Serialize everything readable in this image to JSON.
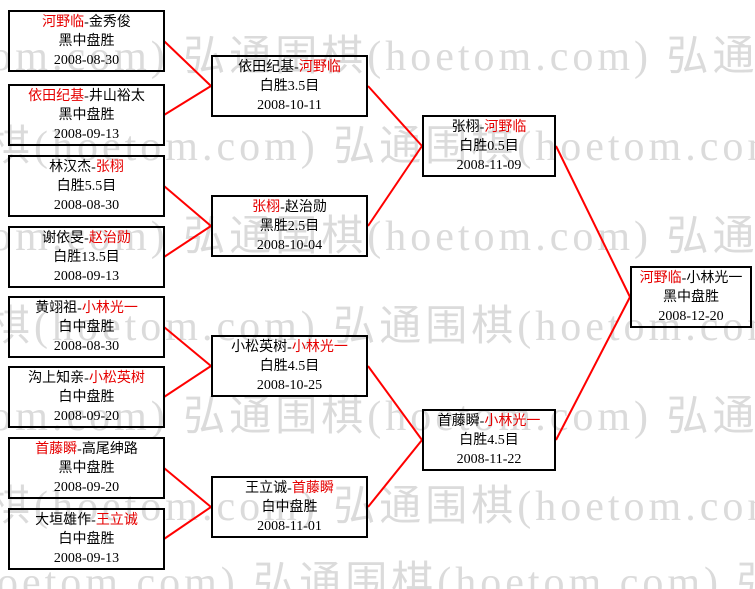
{
  "watermark": {
    "text": "弘通围棋(hoetom.com) 弘通围棋(hoetom.com) 弘通围棋(hoetom.com) 弘通围棋(hoetom.com)"
  },
  "colors": {
    "winner_name": "#e60000",
    "connector_line": "#ff0000",
    "box_border": "#000000",
    "background": "#ffffff",
    "watermark": "#dbdbdb"
  },
  "bracket": {
    "round1": [
      {
        "pre": "",
        "winner": "河野临",
        "post": "-金秀俊",
        "result": "黑中盘胜",
        "date": "2008-08-30"
      },
      {
        "pre": "",
        "winner": "依田纪基",
        "post": "-井山裕太",
        "result": "黑中盘胜",
        "date": "2008-09-13"
      },
      {
        "pre": "林汉杰-",
        "winner": "张栩",
        "post": "",
        "result": "白胜5.5目",
        "date": "2008-08-30"
      },
      {
        "pre": "谢依旻-",
        "winner": "赵治勋",
        "post": "",
        "result": "白胜13.5目",
        "date": "2008-09-13"
      },
      {
        "pre": "黄翊祖-",
        "winner": "小林光一",
        "post": "",
        "result": "白中盘胜",
        "date": "2008-08-30"
      },
      {
        "pre": "沟上知亲-",
        "winner": "小松英树",
        "post": "",
        "result": "白中盘胜",
        "date": "2008-09-20"
      },
      {
        "pre": "",
        "winner": "首藤瞬",
        "post": "-高尾绅路",
        "result": "黑中盘胜",
        "date": "2008-09-20"
      },
      {
        "pre": "大垣雄作-",
        "winner": "王立诚",
        "post": "",
        "result": "白中盘胜",
        "date": "2008-09-13"
      }
    ],
    "round2": [
      {
        "pre": "依田纪基-",
        "winner": "河野临",
        "post": "",
        "result": "白胜3.5目",
        "date": "2008-10-11"
      },
      {
        "pre": "",
        "winner": "张栩",
        "post": "-赵治勋",
        "result": "黑胜2.5目",
        "date": "2008-10-04"
      },
      {
        "pre": "小松英树-",
        "winner": "小林光一",
        "post": "",
        "result": "白胜4.5目",
        "date": "2008-10-25"
      },
      {
        "pre": "王立诚-",
        "winner": "首藤瞬",
        "post": "",
        "result": "白中盘胜",
        "date": "2008-11-01"
      }
    ],
    "round3": [
      {
        "pre": "张栩-",
        "winner": "河野临",
        "post": "",
        "result": "白胜0.5目",
        "date": "2008-11-09"
      },
      {
        "pre": "首藤瞬-",
        "winner": "小林光一",
        "post": "",
        "result": "白胜4.5目",
        "date": "2008-11-22"
      }
    ],
    "final": [
      {
        "pre": "",
        "winner": "河野临",
        "post": "-小林光一",
        "result": "黑中盘胜",
        "date": "2008-12-20"
      }
    ]
  }
}
